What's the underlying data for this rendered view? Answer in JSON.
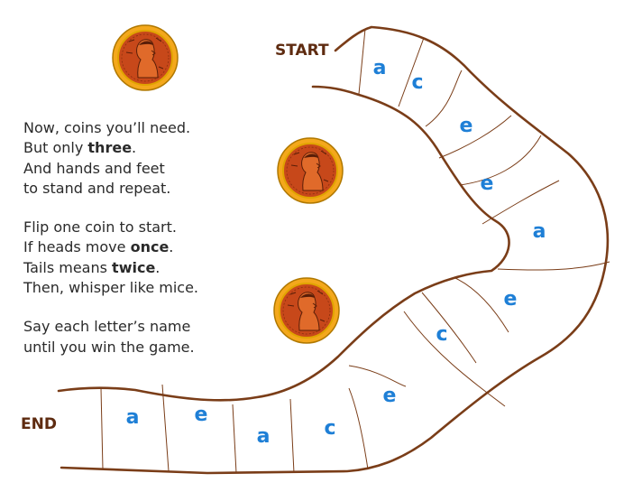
{
  "labels": {
    "start": "START",
    "end": "END"
  },
  "poem": [
    [
      {
        "t": "Now, coins you’ll need."
      }
    ],
    [
      {
        "t": "But only "
      },
      {
        "t": "three",
        "b": true
      },
      {
        "t": "."
      }
    ],
    [
      {
        "t": "And hands and feet"
      }
    ],
    [
      {
        "t": "to stand and repeat."
      }
    ],
    null,
    [
      {
        "t": "Flip one coin to start."
      }
    ],
    [
      {
        "t": "If heads move "
      },
      {
        "t": "once",
        "b": true
      },
      {
        "t": "."
      }
    ],
    [
      {
        "t": "Tails means "
      },
      {
        "t": "twice",
        "b": true
      },
      {
        "t": "."
      }
    ],
    [
      {
        "t": "Then, whisper like mice."
      }
    ],
    null,
    [
      {
        "t": "Say each letter’s name"
      }
    ],
    [
      {
        "t": "until you win the game."
      }
    ]
  ],
  "path_letters": [
    "a",
    "c",
    "e",
    "e",
    "a",
    "e",
    "c",
    "e",
    "c",
    "a",
    "e",
    "a"
  ],
  "coin": {
    "count": 3,
    "icon": "penny-icon",
    "fill": "#f4a81c",
    "rim": "#e0a400",
    "face": "#c7481a"
  },
  "colors": {
    "path_outline": "#7a3d18",
    "letter": "#1e7fd6",
    "label": "#5e2b10"
  }
}
